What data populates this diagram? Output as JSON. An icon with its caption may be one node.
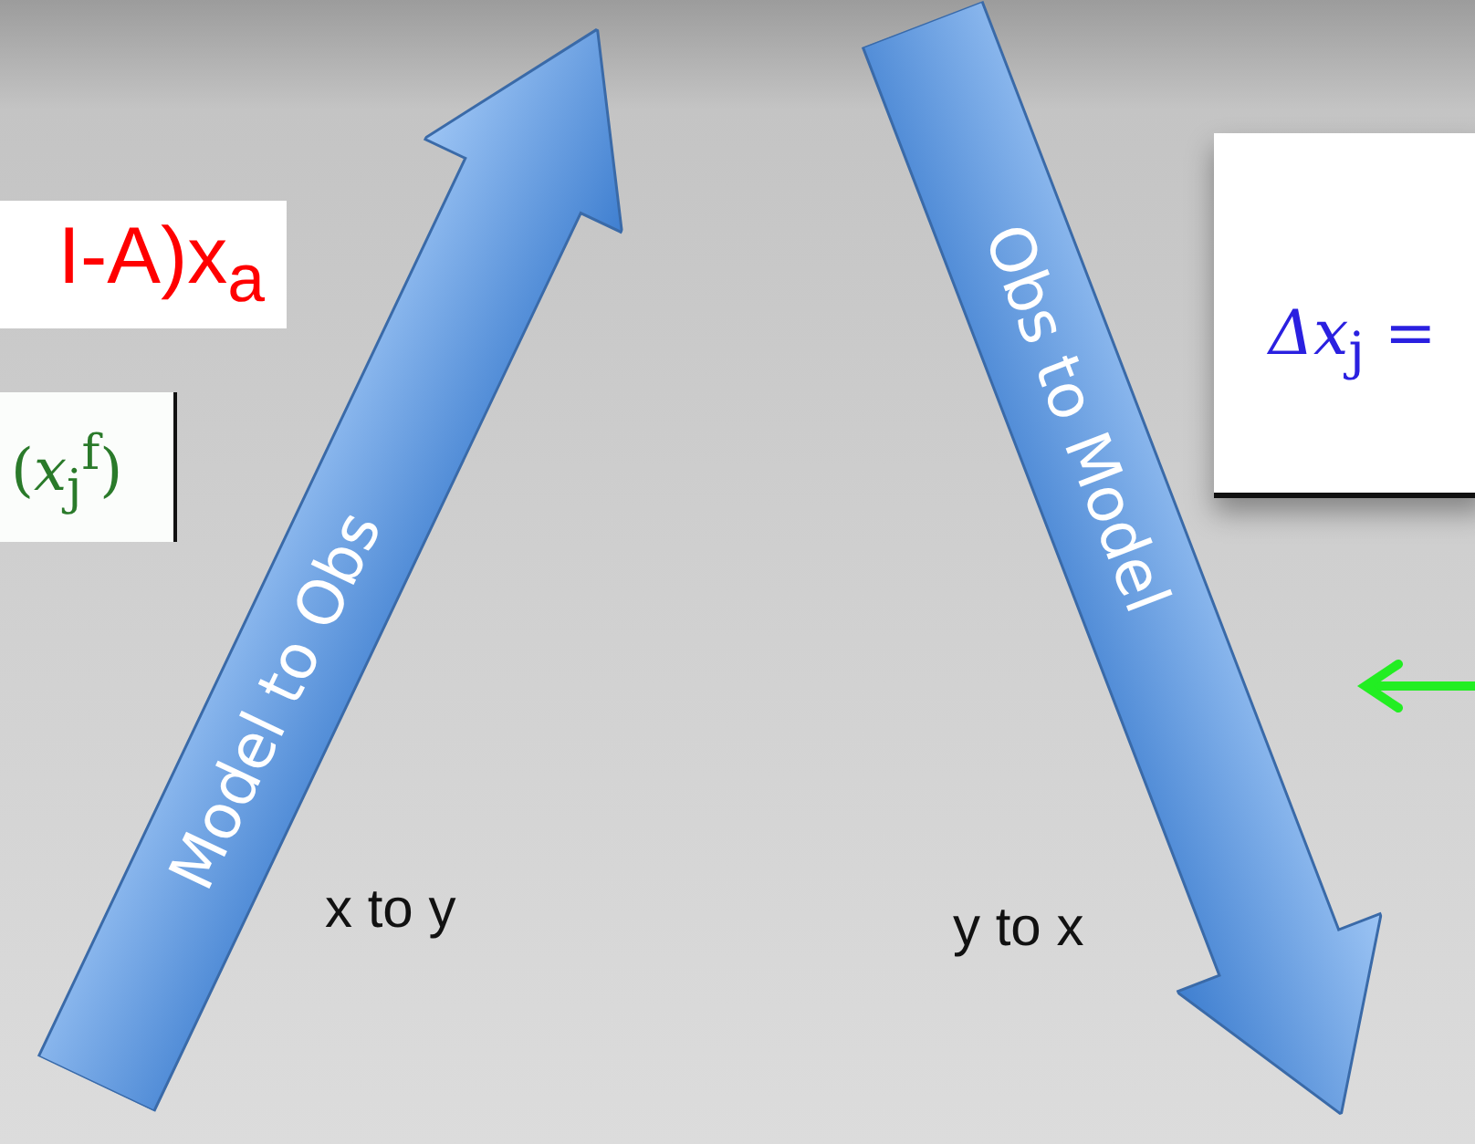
{
  "diagram": {
    "nodes": [
      {
        "text": [
          "I-A)x$_{a}$"
        ]
      },
      {
        "text": [
          "(*x*$_{j}$$^{f}$)"
        ]
      },
      {
        "text": [
          "Model to Obs"
        ]
      },
      {
        "text": [
          "Obs to Model"
        ]
      },
      {
        "text": [
          "*Δx*$_{j}$ ="
        ]
      }
    ],
    "labels": [
      "x to y",
      "y to x"
    ]
  }
}
